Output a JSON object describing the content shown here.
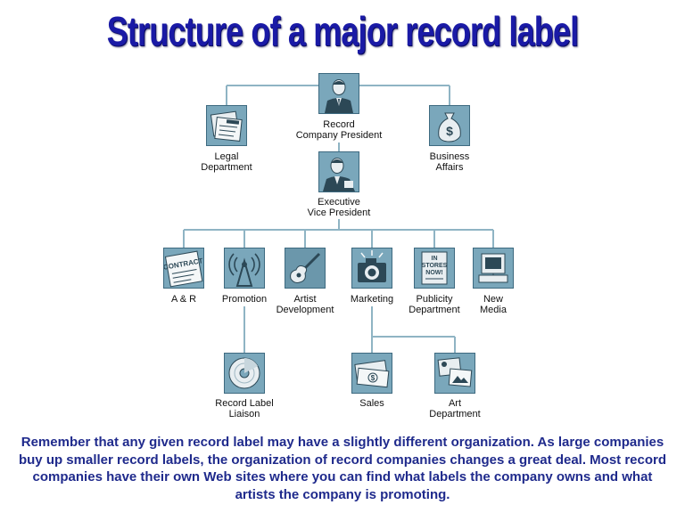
{
  "title": "Structure of a major record label",
  "nodes": {
    "president": {
      "label": "Record\nCompany President",
      "icon": "president-icon"
    },
    "legal": {
      "label": "Legal\nDepartment",
      "icon": "legal-documents-icon"
    },
    "business": {
      "label": "Business\nAffairs",
      "icon": "money-bag-icon"
    },
    "evp": {
      "label": "Executive\nVice President",
      "icon": "executive-icon"
    },
    "ar": {
      "label": "A & R",
      "icon": "contract-icon"
    },
    "promotion": {
      "label": "Promotion",
      "icon": "broadcast-tower-icon"
    },
    "artist_dev": {
      "label": "Artist\nDevelopment",
      "icon": "guitar-icon"
    },
    "marketing": {
      "label": "Marketing",
      "icon": "camera-icon"
    },
    "publicity": {
      "label": "Publicity\nDepartment",
      "icon": "in-stores-now-poster-icon"
    },
    "new_media": {
      "label": "New\nMedia",
      "icon": "computer-icon"
    },
    "liaison": {
      "label": "Record Label\nLiaison",
      "icon": "compact-disc-icon"
    },
    "sales": {
      "label": "Sales",
      "icon": "dollar-bills-icon"
    },
    "art": {
      "label": "Art\nDepartment",
      "icon": "photographs-icon"
    }
  },
  "poster_text": "IN\nSTORES\nNOW!",
  "contract_text": "CONTRACT",
  "caption": "Remember that any given record label may have a slightly different organization. As large companies buy up smaller record labels, the organization of record companies changes a great deal. Most record companies have their own Web sites where you can find what labels the company owns and what artists the company is promoting.",
  "colors": {
    "title": "#1a1aa6",
    "caption": "#1f2a8c",
    "lines": "#8fb4c4",
    "icon_bg": "#6f9fb5"
  }
}
